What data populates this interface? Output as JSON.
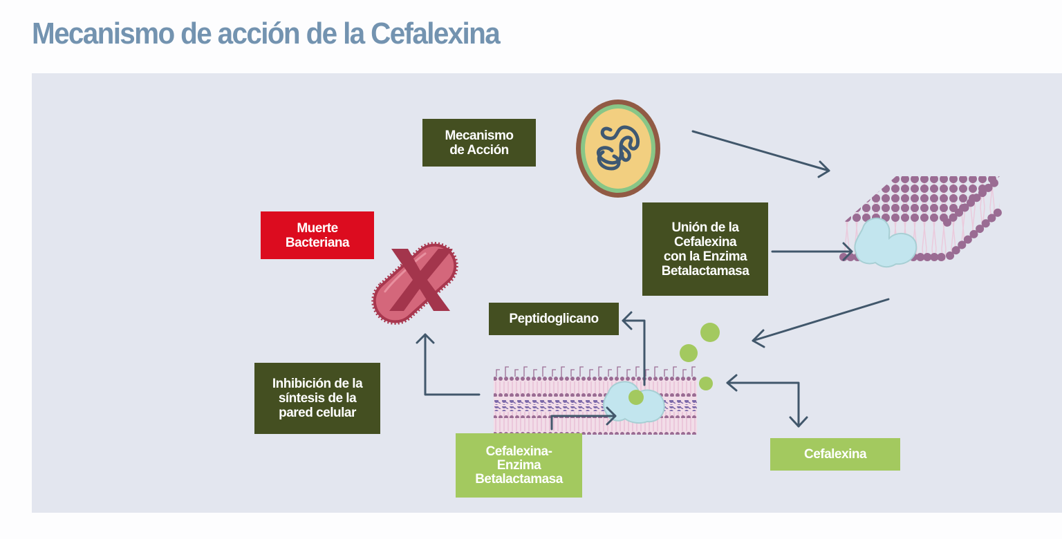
{
  "title": "Mecanismo de acción de la Cefalexina",
  "colors": {
    "title": "#7393b0",
    "panel_background": "#e3e6ef",
    "dark_box": "#444f21",
    "red_box": "#dc0c1f",
    "light_box": "#a3c95f",
    "arrow": "#41576b",
    "membrane_lipid": "#9a6c93",
    "enzyme": "#c2e5ee",
    "cefalexin_molecule": "#a3c95f",
    "bacterium_body": "#d4677b",
    "bacterium_outline": "#a8374e",
    "death_x": "#a3354c",
    "cell_outer": "#915a44",
    "cell_middle": "#88c687",
    "cell_inner": "#f2cf80",
    "dna": "#3e5872"
  },
  "diagram": {
    "labels": {
      "mechanism": "Mecanismo\nde Acción",
      "binding": "Unión de la\nCefalexina\ncon la Enzima\nBetalactamasa",
      "death": "Muerte\nBacteriana",
      "peptidoglycan": "Peptidoglicano",
      "inhibition": "Inhibición de la\nsíntesis de la\npared celular",
      "complex": "Cefalexina-\nEnzima\nBetalactamasa",
      "cefalexin": "Cefalexina"
    },
    "icons": {
      "cell": "bacterial-cell-with-dna",
      "membrane": "lipid-bilayer-membrane-3d",
      "enzyme": "betalactamase-enzyme-blob",
      "wall": "peptidoglycan-cell-wall",
      "dead_bacterium": "bacterium-crossed-out"
    },
    "flow": [
      {
        "from": "cell",
        "to": "membrane"
      },
      {
        "from": "binding",
        "to": "membrane-enzyme"
      },
      {
        "from": "membrane",
        "to": "cefalexin-molecules"
      },
      {
        "from": "cefalexin-molecules",
        "to": "cefalexin"
      },
      {
        "from": "wall-enzyme",
        "to": "peptidoglycan"
      },
      {
        "from": "complex",
        "to": "wall-enzyme"
      },
      {
        "from": "wall",
        "to": "dead-bacterium"
      }
    ]
  }
}
